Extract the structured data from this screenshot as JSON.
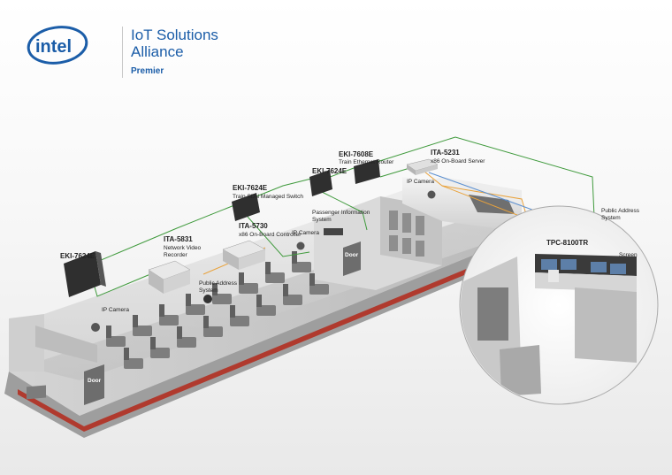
{
  "logo": {
    "brand": "intel",
    "title_line1": "IoT Solutions",
    "title_line2": "Alliance",
    "level": "Premier"
  },
  "labels": {
    "eki7608e_title": "EKI-7608E",
    "eki7608e_sub": "Train Ethernet Router",
    "ita5231_title": "ITA-5231",
    "ita5231_sub": "x86 On-Board Server",
    "eki7624e_a": "EKI-7624E",
    "eki7624e_b_title": "EKI-7624E",
    "eki7624e_b_sub": "Train SDN Managed Switch",
    "eki7624e_c": "EKI-7624E",
    "ita5831_title": "ITA-5831",
    "ita5831_sub1": "Network Video",
    "ita5831_sub2": "Recorder",
    "ita5730_title": "ITA-5730",
    "ita5730_sub": "x86 On-Board Controller",
    "ip_camera_1": "IP Camera",
    "ip_camera_2": "IP Camera",
    "ip_camera_3": "IP Camera",
    "pis_1": "Passenger Information",
    "pis_2": "System",
    "pa_left_1": "Public Address",
    "pa_left_2": "System",
    "pa_right_1": "Public Address",
    "pa_right_2": "System",
    "tpc_title": "TPC-8100TR",
    "screen": "Screen",
    "door_1": "Door",
    "door_2": "Door"
  },
  "colors": {
    "brand_blue": "#1b5da8",
    "network_green": "#3f9a3c",
    "video_orange": "#e9a23b",
    "link_blue": "#5b8fd0",
    "train_stripe": "#b03a2e"
  }
}
